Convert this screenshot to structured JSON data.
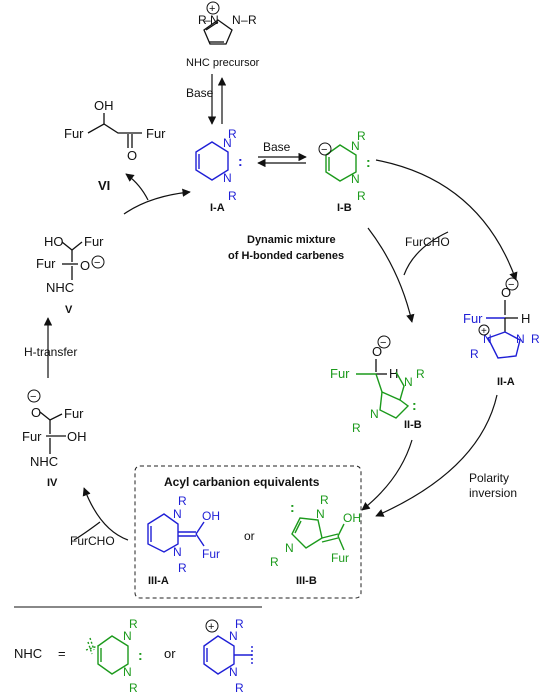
{
  "labels": {
    "nhc_precursor": "NHC precursor",
    "base_top": "Base",
    "base_eq": "Base",
    "I_A": "I-A",
    "I_B": "I-B",
    "dynamic_line1": "Dynamic mixture",
    "dynamic_line2": "of H-bonded carbenes",
    "furcho_top": "FurCHO",
    "furcho_bottom": "FurCHO",
    "II_A": "II-A",
    "II_B": "II-B",
    "polarity_line1": "Polarity",
    "polarity_line2": "inversion",
    "acyl_title": "Acyl carbanion equivalents",
    "III_A": "III-A",
    "III_B": "III-B",
    "or_mid": "or",
    "or_bottom": "or",
    "IV": "IV",
    "V": "V",
    "VI": "VI",
    "h_transfer": "H-transfer",
    "nhc_def": "NHC",
    "equals": "="
  },
  "atoms": {
    "R": "R",
    "N": "N",
    "Fur": "Fur",
    "OH": "OH",
    "HO": "HO",
    "O": "O",
    "H": "H",
    "NHC": "NHC",
    "plus": "+",
    "minus": "−",
    "carbene_dots": ":"
  },
  "colors": {
    "I_A_family": "#1f1fd6",
    "I_B_family": "#1c9a1c",
    "text": "#111111"
  }
}
